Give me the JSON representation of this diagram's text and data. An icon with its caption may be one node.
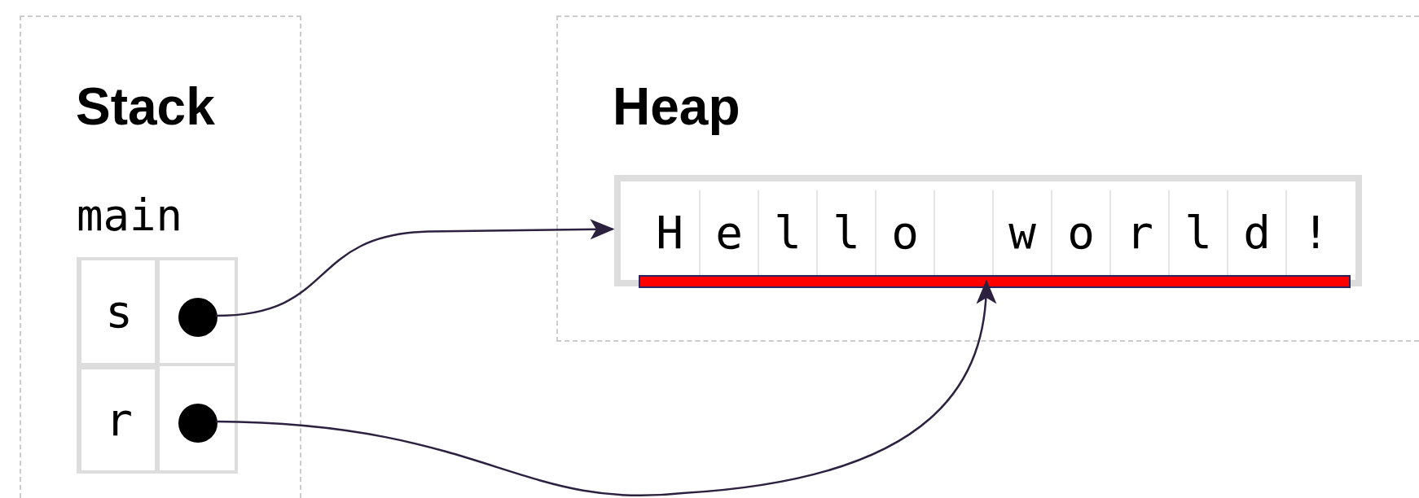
{
  "diagram": {
    "nodes": [
      {
        "text": [
          "Stack"
        ]
      },
      {
        "text": [
          "main"
        ],
        "in": 0
      },
      {
        "text": [
          "s"
        ],
        "in": 1
      },
      {
        "text": [],
        "shape": "circle",
        "in": 1
      },
      {
        "text": [
          "r"
        ],
        "in": 1
      },
      {
        "text": [],
        "shape": "circle",
        "in": 1
      },
      {
        "text": [
          "Heap"
        ]
      },
      {
        "text": [],
        "shape": "box",
        "in": 6
      },
      {
        "text": [
          "H"
        ],
        "in": 7
      },
      {
        "text": [
          "e"
        ],
        "in": 7
      },
      {
        "text": [
          "l"
        ],
        "in": 7
      },
      {
        "text": [
          "l"
        ],
        "in": 7
      },
      {
        "text": [
          "o"
        ],
        "in": 7
      },
      {
        "text": [],
        "shape": "box",
        "in": 7
      },
      {
        "text": [
          "w"
        ],
        "in": 7
      },
      {
        "text": [
          "o"
        ],
        "in": 7
      },
      {
        "text": [
          "r"
        ],
        "in": 7
      },
      {
        "text": [
          "l"
        ],
        "in": 7
      },
      {
        "text": [
          "d"
        ],
        "in": 7
      },
      {
        "text": [
          "!"
        ],
        "in": 7
      },
      {
        "text": [],
        "shape": "bar",
        "in": 7
      }
    ],
    "edges": [
      {
        "from": 3,
        "to": 7,
        "arrow": "to"
      },
      {
        "from": 5,
        "to": 20,
        "arrow": "to"
      }
    ]
  }
}
